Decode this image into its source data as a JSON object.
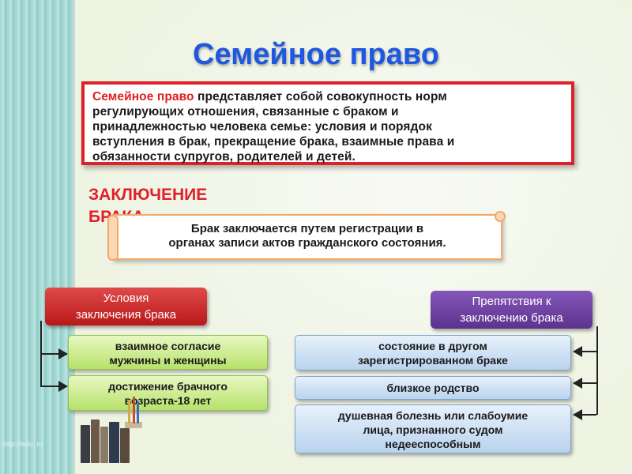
{
  "title": "Семейное право",
  "definition": {
    "term": "Семейное право",
    "lines": [
      " представляет собой совокупность норм",
      "регулирующих отношения, связанные с браком и",
      "принадлежностью человека семье: условия и порядок",
      "вступления  в брак, прекращение брака, взаимные права и",
      "обязанности супругов, родителей и детей."
    ]
  },
  "section": {
    "title_line1": "ЗАКЛЮЧЕНИЕ",
    "title_line2": "БРАКА"
  },
  "registration": {
    "line1": "Брак заключается путем регистрации в",
    "line2": "органах записи актов гражданского состояния."
  },
  "conditions": {
    "header_line1": "Условия",
    "header_line2": "заключения брака",
    "items": [
      {
        "line1": "взаимное согласие",
        "line2": "мужчины и женщины"
      },
      {
        "line1": "достижение брачного",
        "line2": "возраста-18 лет"
      }
    ]
  },
  "obstacles": {
    "header_line1": "Препятствия к",
    "header_line2": "заключению брака",
    "items": [
      {
        "line1": "состояние в другом",
        "line2": "зарегистрированном браке"
      },
      {
        "line1": "близкое родство"
      },
      {
        "line1": "душевная болезнь или слабоумие",
        "line2": "лица, признанного судом",
        "line3": "недееспособным"
      }
    ]
  },
  "watermark": "http://edu..ru",
  "colors": {
    "title": "#1e57e0",
    "accent_red": "#e02028",
    "header_purple": "#6a3fa0",
    "green_box": "#c8eb8a",
    "blue_box": "#cfe0f4",
    "left_strip": "#9fd6d2"
  }
}
